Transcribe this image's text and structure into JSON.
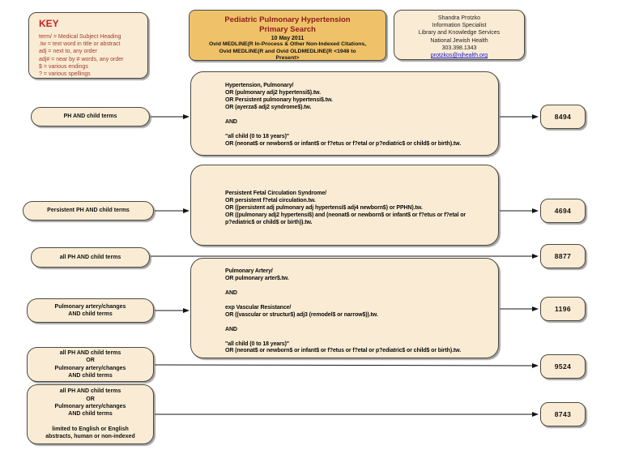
{
  "key_box": {
    "title": "KEY",
    "lines": [
      "term/ = Medical Subject Heading",
      ".tw = text word in title or abstract",
      "adj = next to, any order",
      "adj# = near by # words, any order",
      "$ = various endings",
      "? = various spellings"
    ]
  },
  "header": {
    "title_line1": "Pediatric Pulmonary Hypertension",
    "title_line2": "Primary Search",
    "date": "10 May 2011",
    "sources": [
      "Ovid MEDLINE(R In-Process & Other Non-Indexed Citations,",
      "Ovid MEDLINE(R and Ovid OLDMEDLINE(R <1948 to",
      "Present>"
    ]
  },
  "contact": {
    "name": "Shandra Protzko",
    "role": "Information Specialist",
    "org_line1": "Library and Knowledge Services",
    "org_line2": "National Jewish Health",
    "phone": "303.398.1343",
    "email": "protzkos@njhealth.org"
  },
  "flow": {
    "labels": [
      {
        "lines": [
          "PH AND child terms"
        ]
      },
      {
        "lines": [
          "Persistent PH AND child terms"
        ]
      },
      {
        "lines": [
          "all PH AND child terms"
        ]
      },
      {
        "lines": [
          "Pulmonary artery/changes",
          "AND child terms"
        ]
      },
      {
        "lines": [
          "all PH AND child terms",
          "OR",
          "Pulmonary artery/changes",
          "AND child terms"
        ]
      },
      {
        "lines": [
          "all PH AND child terms",
          "OR",
          "Pulmonary artery/changes",
          "AND child terms",
          "",
          "limited to English or English",
          "abstracts, human or non-indexed"
        ]
      }
    ],
    "queries": [
      {
        "lines": [
          "Hypertension, Pulmonary/",
          "OR (pulmonary adj2 hypertensi$).tw.",
          "OR Persistent pulmonary hypertensi$.tw.",
          "OR (ayerza$ adj2 syndrome$).tw.",
          "",
          "AND",
          "",
          "\"all child (0 to 18 years)\"",
          "OR (neonat$ or newborn$ or infant$ or f?etus or f?etal or p?ediatric$ or child$ or birth).tw."
        ]
      },
      {
        "lines": [
          "Persistent Fetal Circulation Syndrome/",
          "OR persistent f?etal circulation.tw.",
          "OR ((persistent adj pulmonary adj hypertensi$ adj4 newborn$) or PPHN).tw.",
          "OR ((pulmonary adj2 hypertensi$) and (neonat$ or newborn$ or infant$ or f?etus or f?etal or",
          "p?ediatric$ or child$ or birth)).tw."
        ]
      },
      {
        "lines": [
          "Pulmonary Artery/",
          "OR pulmonary arter$.tw.",
          "",
          "AND",
          "",
          "exp Vascular Resistance/",
          "OR ((vascular or structur$) adj3 (remodel$ or narrow$)).tw.",
          "",
          "AND",
          "",
          "\"all child (0 to 18 years)\"",
          "OR (neonat$ or newborn$ or infant$ or f?etus or f?etal or p?ediatric$ or child$ or birth).tw."
        ]
      }
    ],
    "results": [
      "8494",
      "4694",
      "8877",
      "1196",
      "9524",
      "8743"
    ]
  }
}
